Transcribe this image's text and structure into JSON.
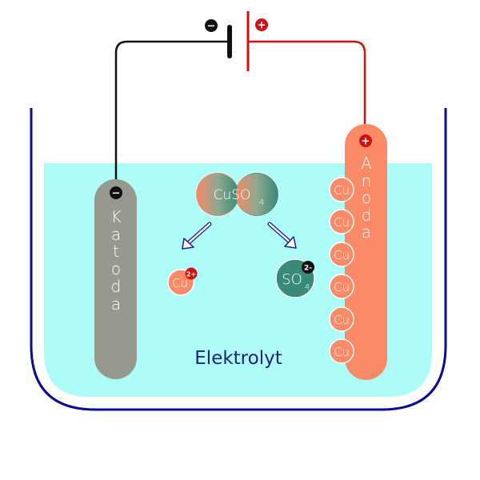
{
  "colors": {
    "electrolyte": "#aefcf7",
    "container": "#0a0a96",
    "cathode": "#969a8e",
    "anode": "#fa8a68",
    "wire_negative": "#111111",
    "wire_positive": "#d51010",
    "sulfate": "#3a8a78",
    "arrow": "#1a1a9a"
  },
  "battery": {
    "negative_sign": "−",
    "positive_sign": "+"
  },
  "cathode": {
    "label_letters": [
      "K",
      "a",
      "t",
      "o",
      "d",
      "a"
    ],
    "sign": "−"
  },
  "anode": {
    "label_letters": [
      "A",
      "n",
      "o",
      "d",
      "a"
    ],
    "sign": "+",
    "atoms": [
      "Cu",
      "Cu",
      "Cu",
      "Cu",
      "Cu",
      "Cu"
    ]
  },
  "compound": {
    "main": "CuSO",
    "subscript": "4"
  },
  "ions": {
    "copper": {
      "symbol": "Cu",
      "charge": "2+"
    },
    "sulfate": {
      "symbol": "SO",
      "subscript": "4",
      "charge": "2-"
    }
  },
  "electrolyte_label": "Elektrolyt"
}
